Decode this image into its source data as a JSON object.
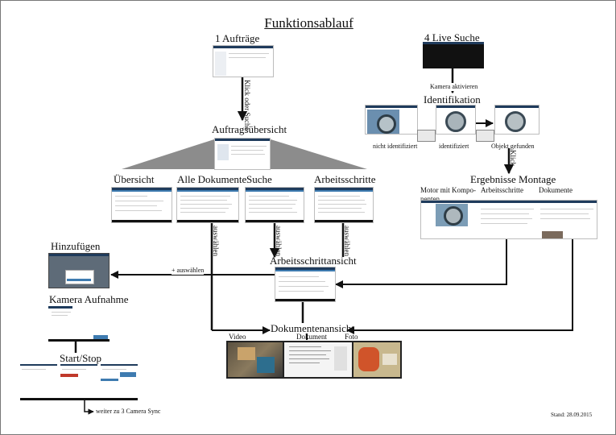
{
  "title": "Funktionsablauf",
  "nodes": {
    "auftraege": "1 Aufträge",
    "live_suche": "4 Live Suche",
    "kamera_aktivieren": "Kamera aktivieren",
    "identifikation": "Identifikation",
    "nicht_identifiziert": "nicht identifiziert",
    "identifiziert": "identifiziert",
    "objekt_gefunden": "Objekt gefunden",
    "klick": "Klick",
    "klick_oder_suche": "Klick oder Suche",
    "auftragsuebersicht": "Auftragsübersicht",
    "ergebnisse_montage": "Ergebnisse Montage",
    "motor_mit_komponenten": "Motor mit Kompo- nenten",
    "arbeitsschritte_result": "Arbeitsschritte",
    "dokumente_result": "Dokumente",
    "uebersicht": "Übersicht",
    "alle_dokumente": "Alle Dokumente",
    "suche": "Suche",
    "arbeitsschritte": "Arbeitsschritte",
    "auswaehlen_1": "auswählen",
    "auswaehlen_2": "auswählen",
    "auswaehlen_3": "auswählen",
    "hinzufuegen": "Hinzufügen",
    "plus_auswaehlen": "+ auswählen",
    "arbeitsschrittansicht": "Arbeitsschrittansicht",
    "kamera_aufnahme": "Kamera Aufnahme",
    "dokumentenansicht": "Dokumentenansicht",
    "video": "Video",
    "dokument": "Dokument",
    "foto": "Foto",
    "start_stop": "Start/Stop",
    "weiter": "weiter zu 3 Camera Sync"
  },
  "stand": "Stand: 28.09.2015",
  "colors": {
    "header_bar": "#1f3b5c",
    "accent_bar": "#3e7bb0",
    "cone": "#8c8c8c",
    "arrow": "#111111"
  }
}
